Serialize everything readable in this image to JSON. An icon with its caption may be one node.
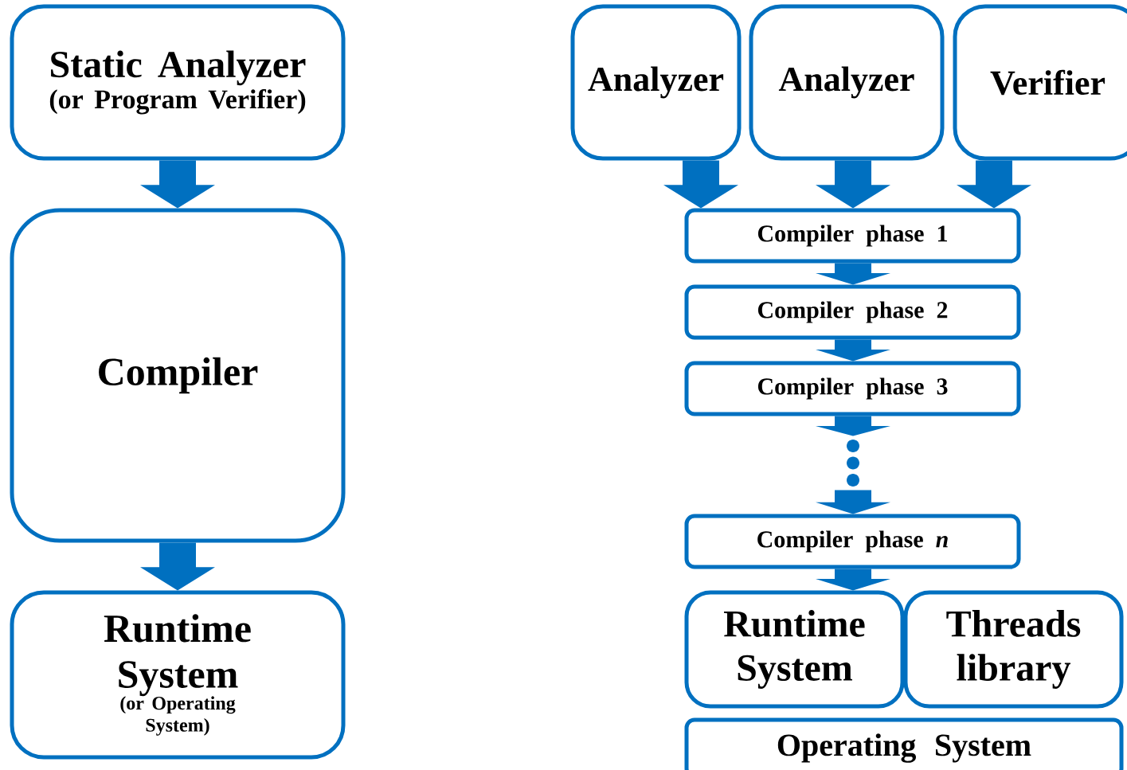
{
  "diagram": {
    "nodes": [
      {
        "text": [
          "Static Analyzer",
          "(or Program Verifier)"
        ]
      },
      {
        "text": [
          "Compiler"
        ]
      },
      {
        "text": [
          "Runtime System",
          "(or Operating System)"
        ]
      },
      {
        "text": [
          "Analyzer"
        ]
      },
      {
        "text": [
          "Analyzer"
        ]
      },
      {
        "text": [
          "Verifier"
        ]
      },
      {
        "text": [
          "Compiler phase 1"
        ]
      },
      {
        "text": [
          "Compiler phase 2"
        ]
      },
      {
        "text": [
          "Compiler phase 3"
        ]
      },
      {
        "text": [],
        "shape": "ellipsis"
      },
      {
        "text": [
          "Compiler phase *n*"
        ]
      },
      {
        "text": [
          "Runtime System"
        ]
      },
      {
        "text": [
          "Threads library"
        ]
      },
      {
        "text": [
          "Operating System"
        ]
      }
    ],
    "edges": [
      {
        "from": 0,
        "to": 1,
        "arrow": "to"
      },
      {
        "from": 1,
        "to": 2,
        "arrow": "to"
      },
      {
        "from": 3,
        "to": 6,
        "arrow": "to"
      },
      {
        "from": 4,
        "to": 6,
        "arrow": "to"
      },
      {
        "from": 5,
        "to": 6,
        "arrow": "to"
      },
      {
        "from": 6,
        "to": 7,
        "arrow": "to"
      },
      {
        "from": 7,
        "to": 8,
        "arrow": "to"
      },
      {
        "from": 8,
        "to": 9,
        "arrow": "to"
      },
      {
        "from": 9,
        "to": 10,
        "arrow": "to"
      },
      {
        "from": 10,
        "to": 11,
        "arrow": "to"
      }
    ]
  }
}
